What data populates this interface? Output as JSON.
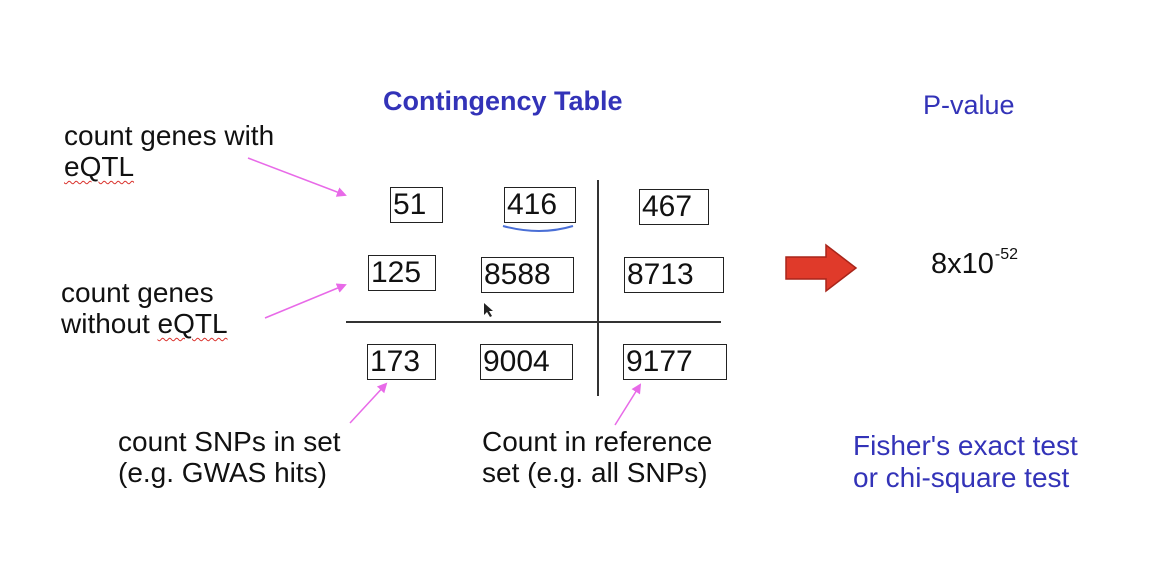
{
  "title": "Contingency Table",
  "pvalue": {
    "label": "P-value",
    "base": "8x10",
    "exponent": "-52"
  },
  "labels": {
    "with_eqtl": {
      "line1": "count genes with",
      "line2": "eQTL"
    },
    "without_eqtl": {
      "line1": "count genes",
      "line2_pre": "without ",
      "line2_squig": "eQTL"
    },
    "snps_in_set": {
      "line1": "count SNPs in set",
      "line2": "(e.g. GWAS hits)"
    },
    "reference_set": {
      "line1": "Count in reference",
      "line2": "set (e.g. all SNPs)"
    }
  },
  "test": {
    "line1": "Fisher's exact test",
    "line2": "or chi-square test"
  },
  "table": {
    "row1": [
      "51",
      "416",
      "467"
    ],
    "row2": [
      "125",
      "8588",
      "8713"
    ],
    "row3": [
      "173",
      "9004",
      "9177"
    ]
  },
  "colors": {
    "title_blue": "#3333b8",
    "arrow_pink": "#e86ae8",
    "arrow_red": "#e03a2a",
    "underline_blue": "#4a6fd6"
  },
  "icons": {
    "result_arrow": "right-arrow-icon"
  }
}
